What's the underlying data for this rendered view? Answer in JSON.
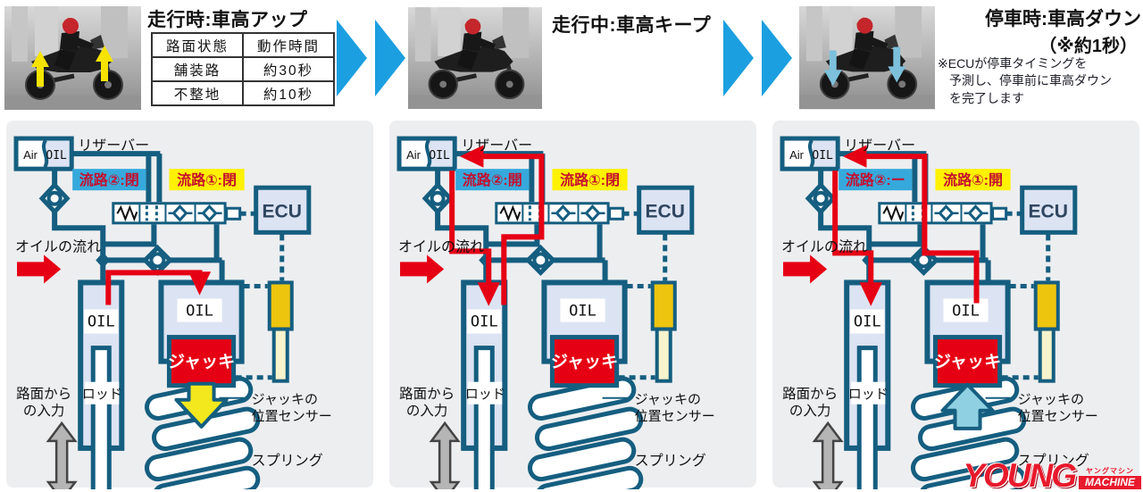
{
  "colors": {
    "teal": "#155e80",
    "red": "#e60014",
    "label_blue": "#36a9dc",
    "label_yellow": "#fff100",
    "sensor_gold": "#eec50e",
    "chevron_blue": "#1b9fe0",
    "panel_bg": "#edeef0",
    "box_fill": "#dce3f2"
  },
  "stages": [
    {
      "title": "走行時:車高アップ",
      "table": {
        "headers": [
          "路面状態",
          "動作時間"
        ],
        "rows": [
          [
            "舗装路",
            "約30秒"
          ],
          [
            "不整地",
            "約10秒"
          ]
        ]
      },
      "diagram": {
        "reservoir": "リザーバー",
        "air": "Air",
        "oil": "OIL",
        "channel2": "流路②:閉",
        "channel1": "流路①:閉",
        "ecu": "ECU",
        "oil_flow": "オイルの流れ",
        "fork_oil": "OIL",
        "rod": "ロッド",
        "road_l1": "路面から",
        "road_l2": "の入力",
        "shock_oil": "OIL",
        "jack": "ジャッキ",
        "sensor_l1": "ジャッキの",
        "sensor_l2": "位置センサー",
        "spring": "スプリング"
      }
    },
    {
      "title": "走行中:車高キープ",
      "diagram": {
        "reservoir": "リザーバー",
        "air": "Air",
        "oil": "OIL",
        "channel2": "流路②:開",
        "channel1": "流路①:閉",
        "ecu": "ECU",
        "oil_flow": "オイルの流れ",
        "fork_oil": "OIL",
        "rod": "ロッド",
        "road_l1": "路面から",
        "road_l2": "の入力",
        "shock_oil": "OIL",
        "jack": "ジャッキ",
        "sensor_l1": "ジャッキの",
        "sensor_l2": "位置センサー",
        "spring": "スプリング"
      }
    },
    {
      "title": "停車時:車高ダウン",
      "title_sub": "（※約1秒）",
      "note_lines": [
        "※ECUが停車タイミングを",
        "予測し、停車前に車高ダウン",
        "を完了します"
      ],
      "diagram": {
        "reservoir": "リザーバー",
        "air": "Air",
        "oil": "OIL",
        "channel2": "流路②:ー",
        "channel1": "流路①:開",
        "ecu": "ECU",
        "oil_flow": "オイルの流れ",
        "fork_oil": "OIL",
        "rod": "ロッド",
        "road_l1": "路面から",
        "road_l2": "の入力",
        "shock_oil": "OIL",
        "jack": "ジャッキ",
        "sensor_l1": "ジャッキの",
        "sensor_l2": "位置センサー",
        "spring": "スプリング"
      }
    }
  ],
  "watermark": {
    "young": "YOUNG",
    "machine": "MACHINE",
    "kana": "ヤングマシン"
  }
}
